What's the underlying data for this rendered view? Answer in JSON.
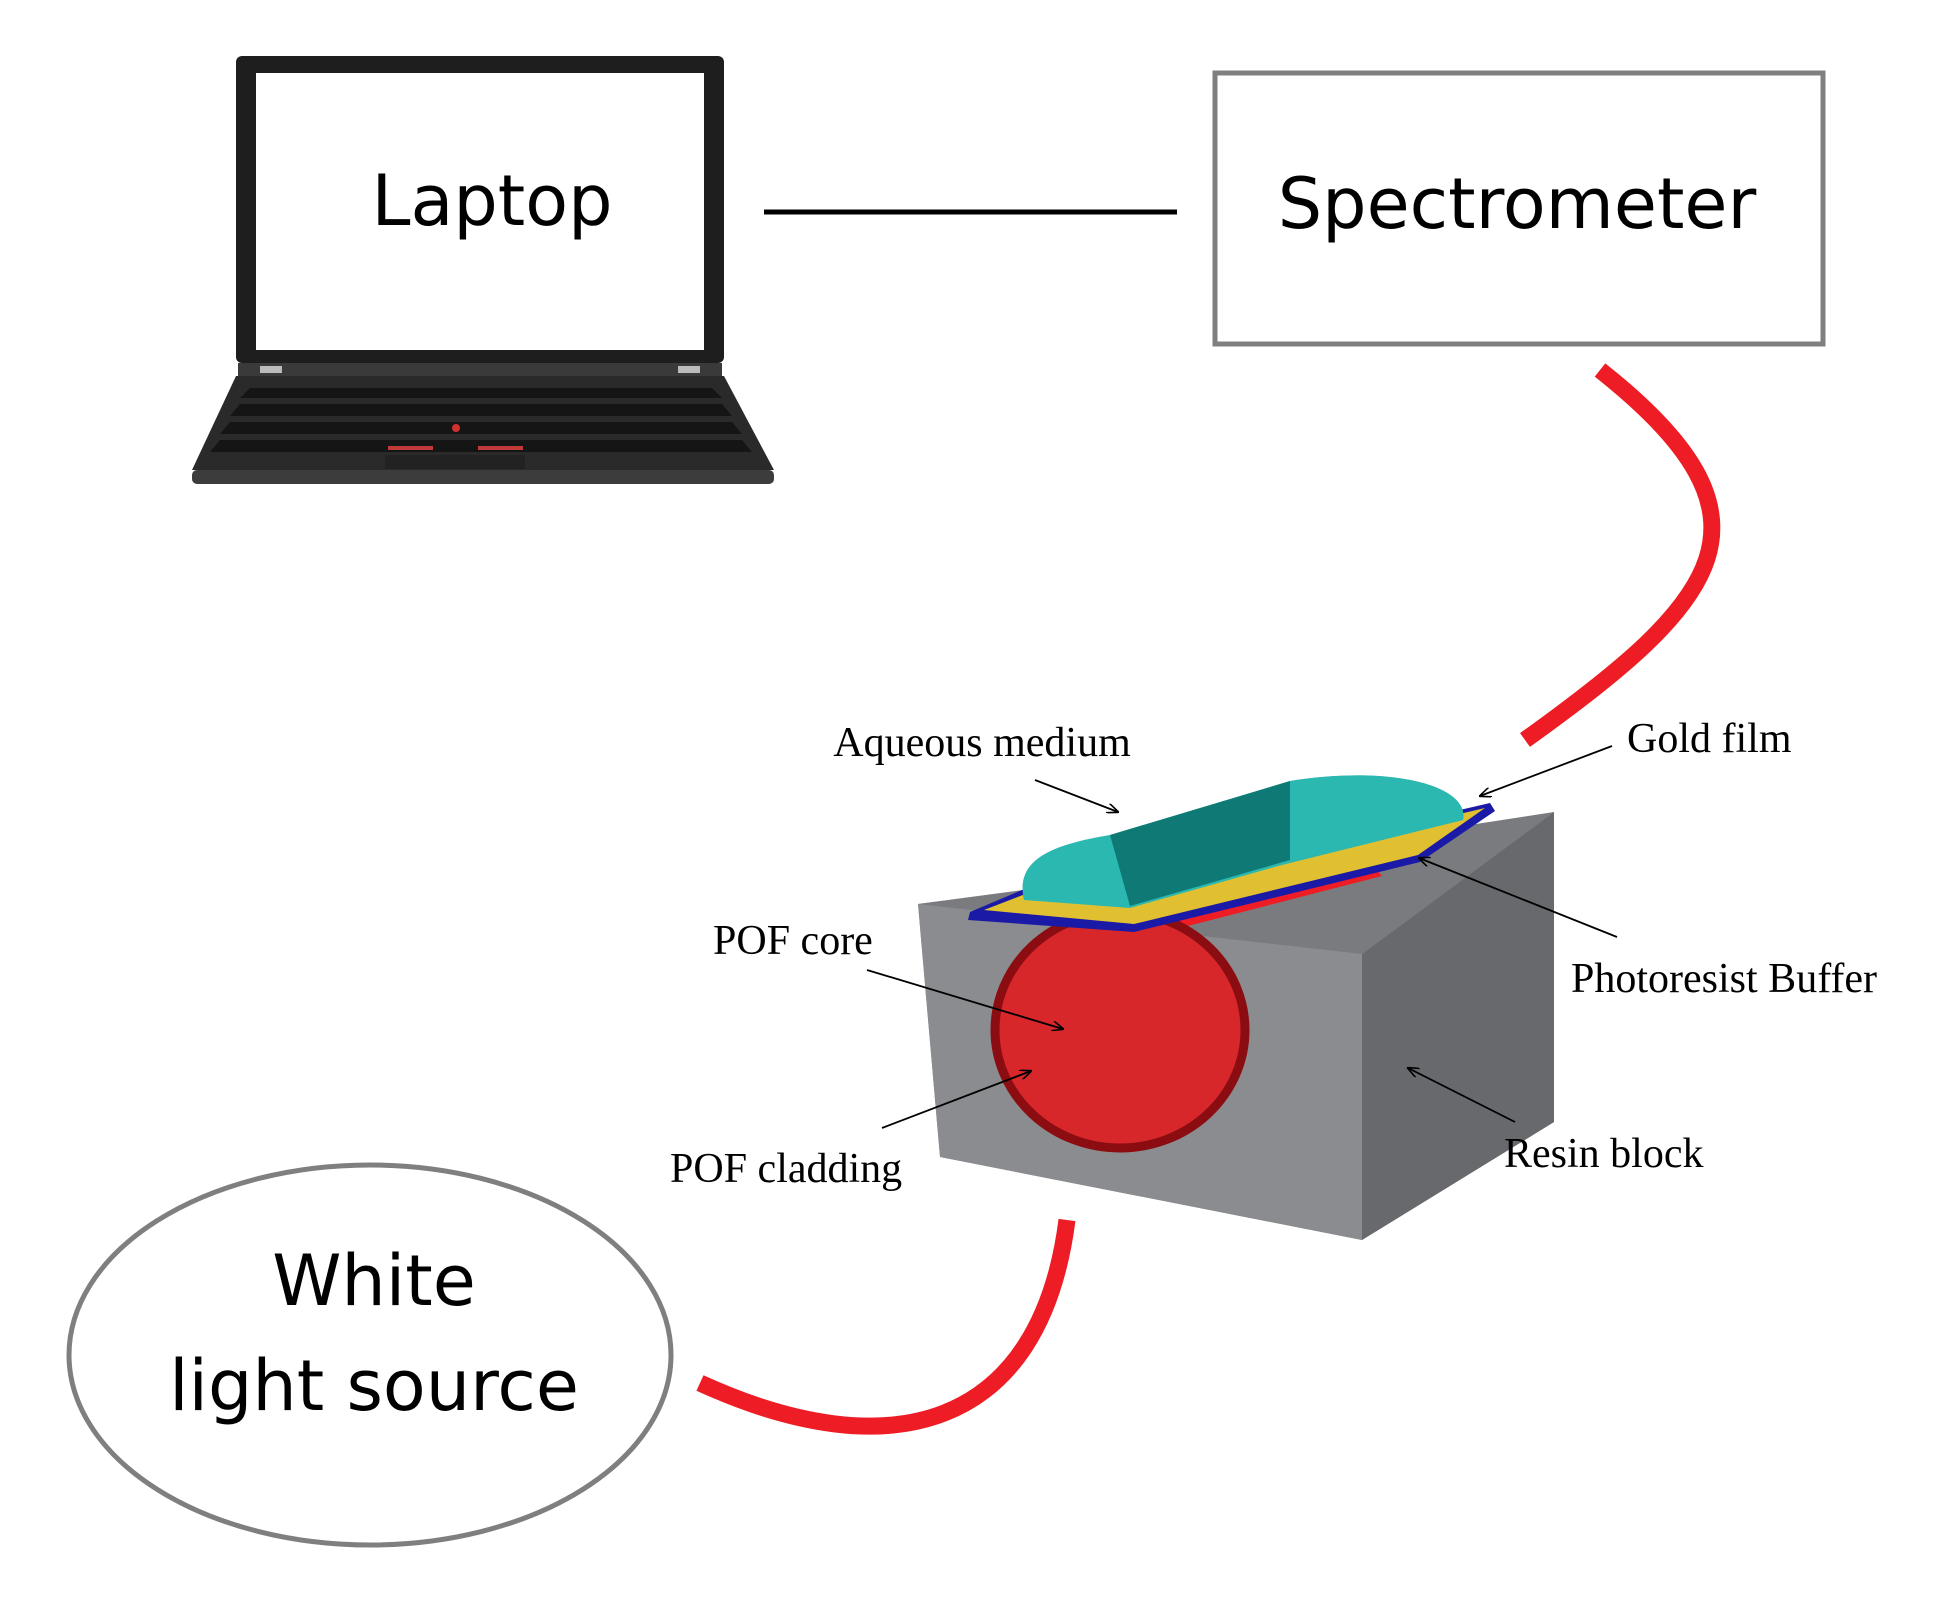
{
  "laptop": {
    "label": "Laptop"
  },
  "spectrometer": {
    "label": "Spectrometer"
  },
  "light_source": {
    "line1": "White",
    "line2": "light source"
  },
  "sensor_labels": {
    "aqueous_medium": "Aqueous medium",
    "gold_film": "Gold film",
    "pof_core": "POF core",
    "photoresist_buffer": "Photoresist Buffer",
    "resin_block": "Resin block",
    "pof_cladding": "POF cladding"
  },
  "colors": {
    "fiber": "#ee1c24",
    "core": "#d7272b",
    "cladding": "#8b0d12",
    "aqueous": "#2ab8b1",
    "gold": "#e0c030",
    "buffer": "#1a1aa6",
    "resin": "#8c8d90"
  }
}
